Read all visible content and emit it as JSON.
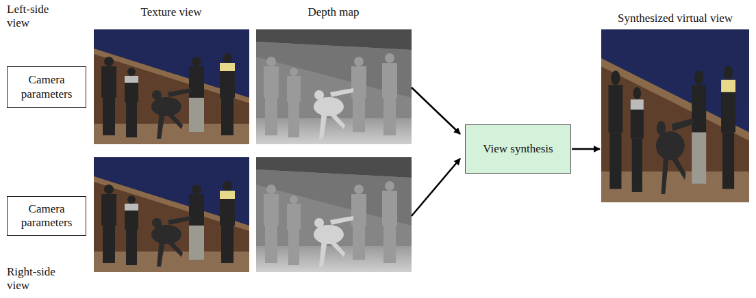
{
  "diagram": {
    "nodes": [
      {
        "text": [
          "Camera parameters"
        ]
      },
      {
        "text": [
          "Camera parameters"
        ]
      },
      {
        "text": [
          "View synthesis"
        ]
      },
      {
        "text": [
          "Synthesized virtual view"
        ]
      }
    ],
    "edges": [
      {
        "from": 2,
        "to": 3,
        "arrow": "to"
      }
    ],
    "labels": [
      "Left-side view",
      "Texture view",
      "Depth map",
      "Right-side view"
    ]
  }
}
